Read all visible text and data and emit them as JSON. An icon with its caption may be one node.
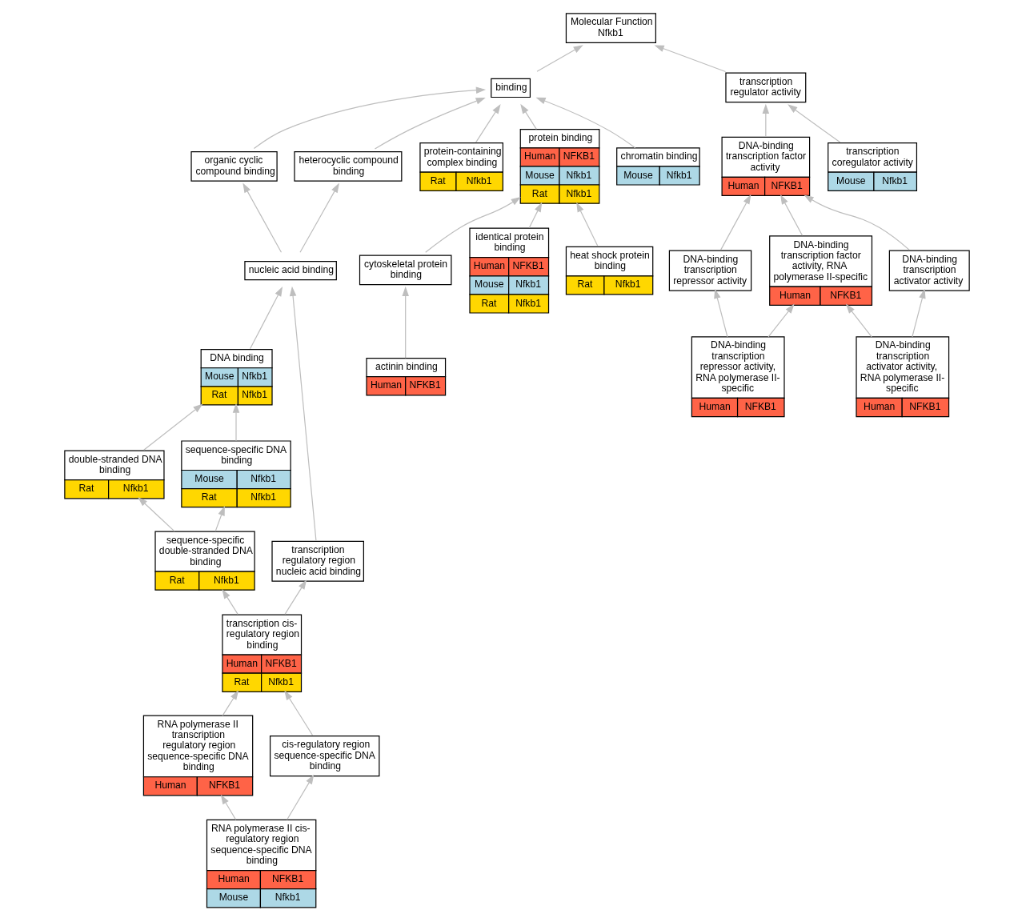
{
  "diagram": {
    "nodes": [
      {
        "text": [
          "Molecular Function Nfkb1"
        ]
      },
      {
        "text": [
          "binding"
        ]
      },
      {
        "text": [
          "transcription regulator activity"
        ]
      },
      {
        "text": [
          "organic cyclic compound binding"
        ]
      },
      {
        "text": [
          "heterocyclic compound binding"
        ]
      },
      {
        "text": [
          "protein-containing complex binding",
          "Rat",
          "Nfkb1"
        ]
      },
      {
        "text": [
          "protein binding",
          "Human",
          "NFKB1",
          "Mouse",
          "Nfkb1",
          "Rat",
          "Nfkb1"
        ]
      },
      {
        "text": [
          "chromatin binding",
          "Mouse",
          "Nfkb1"
        ]
      },
      {
        "text": [
          "DNA-binding transcription factor activity",
          "Human",
          "NFKB1"
        ]
      },
      {
        "text": [
          "transcription coregulator activity",
          "Mouse",
          "Nfkb1"
        ]
      },
      {
        "text": [
          "nucleic acid binding"
        ]
      },
      {
        "text": [
          "cytoskeletal protein binding"
        ]
      },
      {
        "text": [
          "identical protein binding",
          "Human",
          "NFKB1",
          "Mouse",
          "Nfkb1",
          "Rat",
          "Nfkb1"
        ]
      },
      {
        "text": [
          "heat shock protein binding",
          "Rat",
          "Nfkb1"
        ]
      },
      {
        "text": [
          "DNA-binding transcription repressor activity"
        ]
      },
      {
        "text": [
          "DNA-binding transcription factor activity, RNA polymerase II-specific",
          "Human",
          "NFKB1"
        ]
      },
      {
        "text": [
          "DNA-binding transcription activator activity"
        ]
      },
      {
        "text": [
          "DNA binding",
          "Mouse",
          "Nfkb1",
          "Rat",
          "Nfkb1"
        ]
      },
      {
        "text": [
          "actinin binding",
          "Human",
          "NFKB1"
        ]
      },
      {
        "text": [
          "DNA-binding transcription repressor activity, RNA polymerase II-specific",
          "Human",
          "NFKB1"
        ]
      },
      {
        "text": [
          "DNA-binding transcription activator activity, RNA polymerase II-specific",
          "Human",
          "NFKB1"
        ]
      },
      {
        "text": [
          "double-stranded DNA binding",
          "Rat",
          "Nfkb1"
        ]
      },
      {
        "text": [
          "sequence-specific DNA binding",
          "Mouse",
          "Nfkb1",
          "Rat",
          "Nfkb1"
        ]
      },
      {
        "text": [
          "sequence-specific double-stranded DNA binding",
          "Rat",
          "Nfkb1"
        ]
      },
      {
        "text": [
          "transcription regulatory region nucleic acid binding"
        ]
      },
      {
        "text": [
          "transcription cis-regulatory region binding",
          "Human",
          "NFKB1",
          "Rat",
          "Nfkb1"
        ]
      },
      {
        "text": [
          "RNA polymerase II transcription regulatory region sequence-specific DNA binding",
          "Human",
          "NFKB1"
        ]
      },
      {
        "text": [
          "cis-regulatory region sequence-specific DNA binding"
        ]
      },
      {
        "text": [
          "RNA polymerase II cis-regulatory region sequence-specific DNA binding",
          "Human",
          "NFKB1",
          "Mouse",
          "Nfkb1"
        ]
      }
    ],
    "edges": [
      {
        "from": 1,
        "to": 0,
        "arrow": "to"
      },
      {
        "from": 2,
        "to": 0,
        "arrow": "to"
      },
      {
        "from": 3,
        "to": 1,
        "arrow": "to"
      },
      {
        "from": 4,
        "to": 1,
        "arrow": "to"
      },
      {
        "from": 5,
        "to": 1,
        "arrow": "to"
      },
      {
        "from": 6,
        "to": 1,
        "arrow": "to"
      },
      {
        "from": 7,
        "to": 1,
        "arrow": "to"
      },
      {
        "from": 8,
        "to": 2,
        "arrow": "to"
      },
      {
        "from": 9,
        "to": 2,
        "arrow": "to"
      },
      {
        "from": 10,
        "to": 3,
        "arrow": "to"
      },
      {
        "from": 10,
        "to": 4,
        "arrow": "to"
      },
      {
        "from": 11,
        "to": 6,
        "arrow": "to"
      },
      {
        "from": 12,
        "to": 6,
        "arrow": "to"
      },
      {
        "from": 13,
        "to": 6,
        "arrow": "to"
      },
      {
        "from": 14,
        "to": 8,
        "arrow": "to"
      },
      {
        "from": 15,
        "to": 8,
        "arrow": "to"
      },
      {
        "from": 16,
        "to": 8,
        "arrow": "to"
      },
      {
        "from": 17,
        "to": 10,
        "arrow": "to"
      },
      {
        "from": 24,
        "to": 10,
        "arrow": "to"
      },
      {
        "from": 18,
        "to": 11,
        "arrow": "to"
      },
      {
        "from": 19,
        "to": 14,
        "arrow": "to"
      },
      {
        "from": 19,
        "to": 15,
        "arrow": "to"
      },
      {
        "from": 20,
        "to": 15,
        "arrow": "to"
      },
      {
        "from": 20,
        "to": 16,
        "arrow": "to"
      },
      {
        "from": 21,
        "to": 17,
        "arrow": "to"
      },
      {
        "from": 22,
        "to": 17,
        "arrow": "to"
      },
      {
        "from": 23,
        "to": 21,
        "arrow": "to"
      },
      {
        "from": 23,
        "to": 22,
        "arrow": "to"
      },
      {
        "from": 25,
        "to": 23,
        "arrow": "to"
      },
      {
        "from": 25,
        "to": 24,
        "arrow": "to"
      },
      {
        "from": 26,
        "to": 25,
        "arrow": "to"
      },
      {
        "from": 27,
        "to": 25,
        "arrow": "to"
      },
      {
        "from": 28,
        "to": 26,
        "arrow": "to"
      },
      {
        "from": 28,
        "to": 27,
        "arrow": "to"
      }
    ]
  }
}
